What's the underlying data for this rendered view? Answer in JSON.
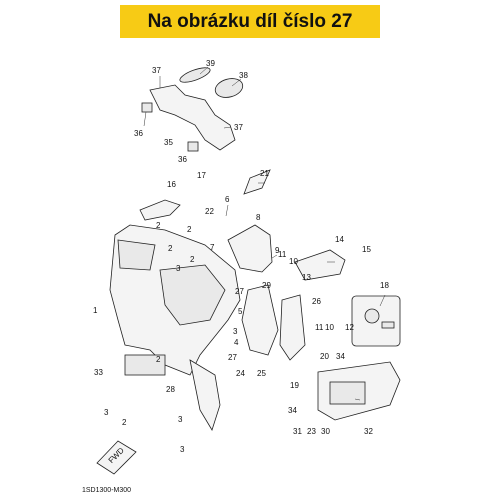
{
  "header": {
    "title": "Na obrázku díl číslo 27"
  },
  "footer": {
    "code": "1SD1300-M300"
  },
  "fwd": {
    "label": "FWD"
  },
  "callouts": [
    "37",
    "39",
    "38",
    "36",
    "35",
    "36",
    "37",
    "16",
    "17",
    "21",
    "6",
    "22",
    "8",
    "2",
    "2",
    "2",
    "2",
    "3",
    "7",
    "9",
    "11",
    "10",
    "14",
    "15",
    "13",
    "1",
    "27",
    "29",
    "5",
    "26",
    "18",
    "3",
    "11",
    "10",
    "12",
    "4",
    "33",
    "20",
    "34",
    "2",
    "28",
    "27",
    "24",
    "25",
    "19",
    "3",
    "34",
    "31",
    "23",
    "30",
    "32",
    "3",
    "2",
    "3"
  ]
}
